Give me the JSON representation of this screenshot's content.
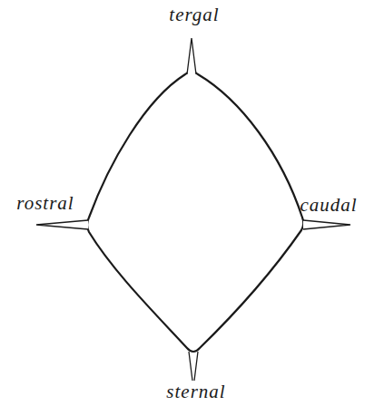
{
  "diagram": {
    "labels": [
      "tergal",
      "rostral",
      "caudal",
      "sternal"
    ]
  }
}
